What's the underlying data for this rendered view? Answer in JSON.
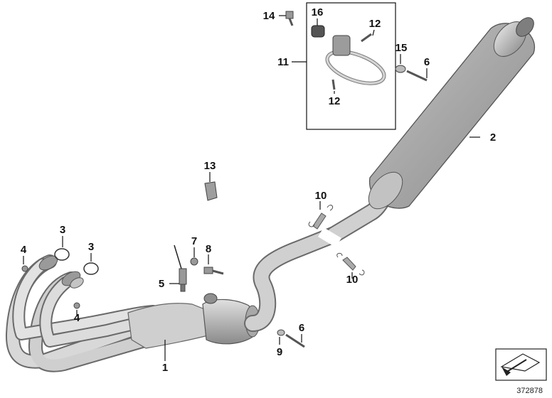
{
  "diagram": {
    "callouts": [
      {
        "id": "c1",
        "text": "1"
      },
      {
        "id": "c2",
        "text": "2"
      },
      {
        "id": "c3a",
        "text": "3"
      },
      {
        "id": "c3b",
        "text": "3"
      },
      {
        "id": "c4a",
        "text": "4"
      },
      {
        "id": "c4b",
        "text": "4"
      },
      {
        "id": "c5",
        "text": "5"
      },
      {
        "id": "c6a",
        "text": "6"
      },
      {
        "id": "c6b",
        "text": "6"
      },
      {
        "id": "c7",
        "text": "7"
      },
      {
        "id": "c8",
        "text": "8"
      },
      {
        "id": "c9",
        "text": "9"
      },
      {
        "id": "c10a",
        "text": "10"
      },
      {
        "id": "c10b",
        "text": "10"
      },
      {
        "id": "c11",
        "text": "11"
      },
      {
        "id": "c12a",
        "text": "12"
      },
      {
        "id": "c12b",
        "text": "12"
      },
      {
        "id": "c13",
        "text": "13"
      },
      {
        "id": "c14",
        "text": "14"
      },
      {
        "id": "c15",
        "text": "15"
      },
      {
        "id": "c16",
        "text": "16"
      }
    ],
    "reference_number": "372878",
    "colors": {
      "metal_light": "#e6e6e6",
      "metal_mid": "#b4b4b4",
      "metal_dark": "#7a7a7a",
      "outline": "#555555",
      "line": "#111111"
    }
  }
}
